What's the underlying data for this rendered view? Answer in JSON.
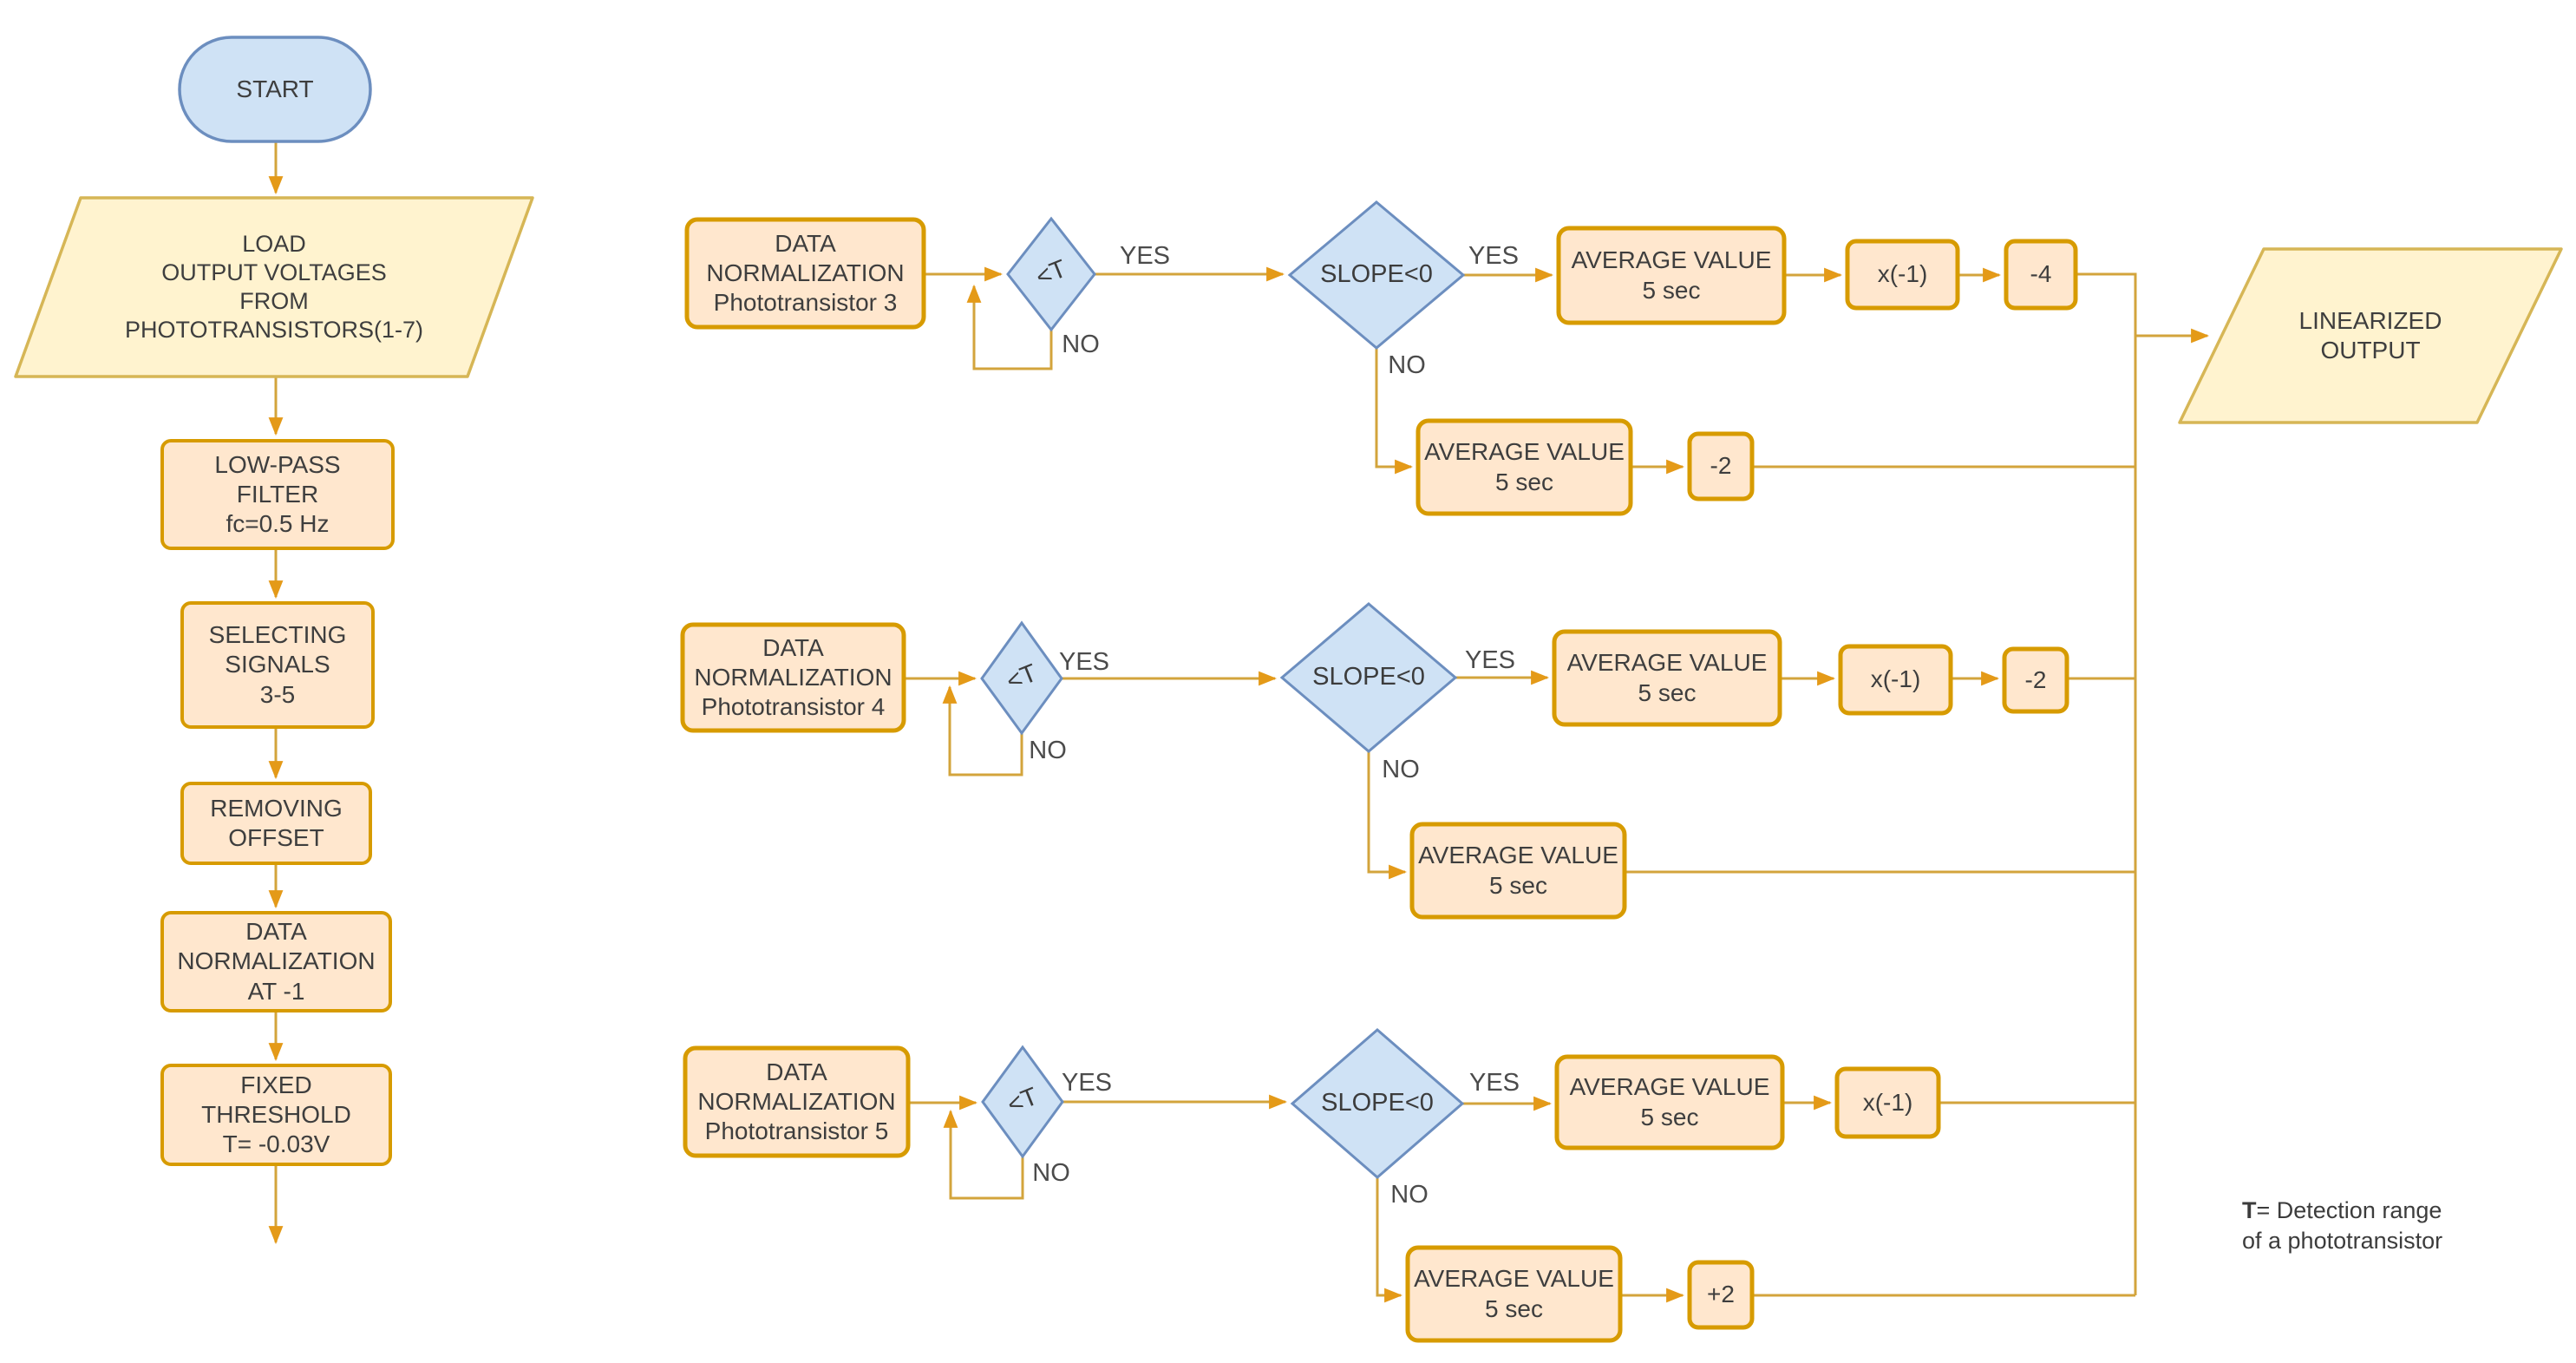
{
  "colors": {
    "process_fill": "#ffe7ce",
    "process_stroke": "#d79b00",
    "io_fill": "#fff3cf",
    "io_stroke": "#d6b656",
    "decision_fill": "#cfe2f5",
    "decision_stroke": "#6c8ebf",
    "terminator_fill": "#cfe2f5",
    "terminator_stroke": "#6c8ebf",
    "connector_line": "#d3a43c",
    "arrowhead": "#e49a18",
    "text": "#3e3e3e"
  },
  "flow": {
    "start": "START",
    "load": "LOAD\nOUTPUT VOLTAGES\nFROM\nPHOTOTRANSISTORS(1-7)",
    "lowpass": "LOW-PASS\nFILTER\nfc=0.5 Hz",
    "selecting": "SELECTING\nSIGNALS\n3-5",
    "removing": "REMOVING\nOFFSET",
    "normalize": "DATA\nNORMALIZATION\nAT -1",
    "threshold": "FIXED\nTHRESHOLD\nT= -0.03V",
    "output": "LINEARIZED\nOUTPUT"
  },
  "branches": [
    {
      "source": "DATA NORMALIZATION\nPhototransistor 3",
      "threshold_label": "<T",
      "yes1": "YES",
      "no1": "NO",
      "slope_label": "SLOPE<0",
      "yes2": "YES",
      "no2": "NO",
      "avg_yes": "AVERAGE VALUE\n5 sec",
      "invert": "x(-1)",
      "offset_yes": "-4",
      "avg_no": "AVERAGE VALUE\n5 sec",
      "offset_no": "-2"
    },
    {
      "source": "DATA NORMALIZATION\nPhototransistor 4",
      "threshold_label": "<T",
      "yes1": "YES",
      "no1": "NO",
      "slope_label": "SLOPE<0",
      "yes2": "YES",
      "no2": "NO",
      "avg_yes": "AVERAGE VALUE\n5 sec",
      "invert": "x(-1)",
      "offset_yes": "-2",
      "avg_no": "AVERAGE VALUE\n5 sec"
    },
    {
      "source": "DATA NORMALIZATION\nPhototransistor 5",
      "threshold_label": "<T",
      "yes1": "YES",
      "no1": "NO",
      "slope_label": "SLOPE<0",
      "yes2": "YES",
      "no2": "NO",
      "avg_yes": "AVERAGE VALUE\n5 sec",
      "invert": "x(-1)",
      "avg_no": "AVERAGE VALUE\n5 sec",
      "offset_no": "+2"
    }
  ],
  "note": {
    "t": "T",
    "text": "= Detection range\nof a phototransistor"
  }
}
